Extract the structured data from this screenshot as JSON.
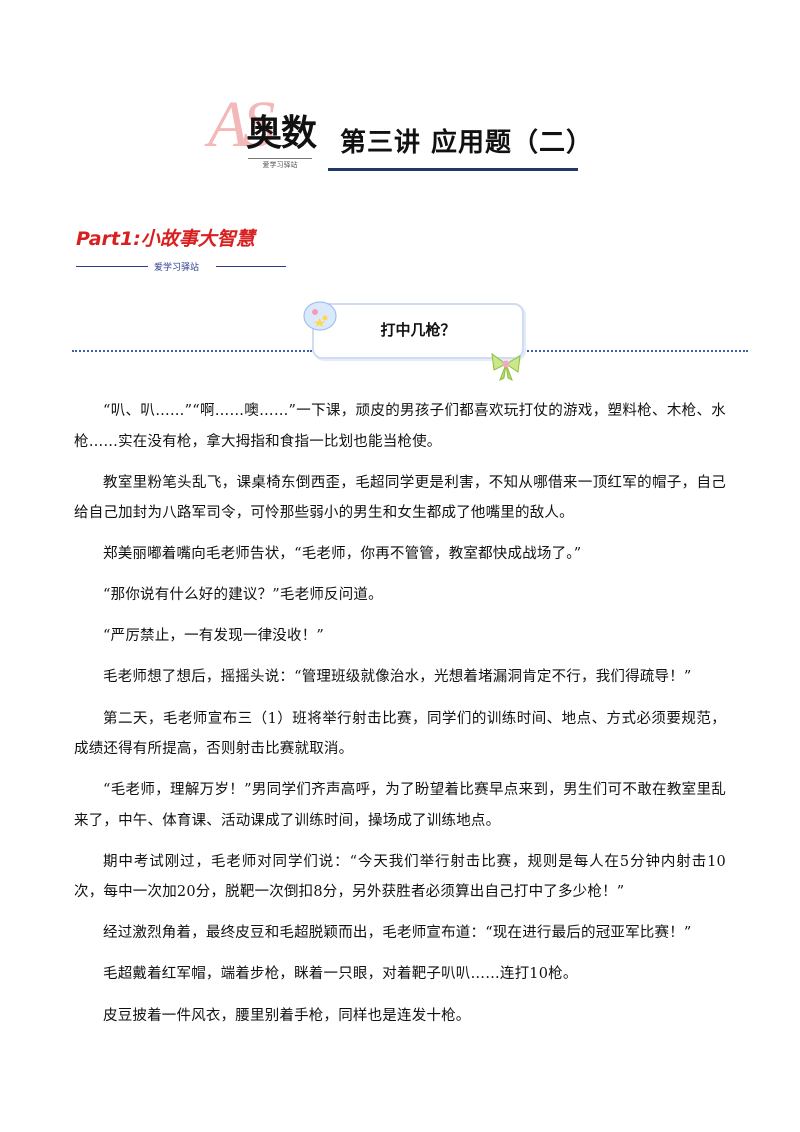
{
  "header": {
    "logo_letters": "AS",
    "logo_text": "奥数",
    "logo_subtext": "爱学习驿站",
    "lesson_title": "第三讲 应用题（二）"
  },
  "part": {
    "label": "Part1:小故事大智慧",
    "subtitle": "爱学习驿站"
  },
  "banner": {
    "title": "打中几枪？"
  },
  "story": {
    "paragraphs": [
      "“叭、叭……”“啊……噢……”一下课，顽皮的男孩子们都喜欢玩打仗的游戏，塑料枪、木枪、水枪……实在没有枪，拿大拇指和食指一比划也能当枪使。",
      "教室里粉笔头乱飞，课桌椅东倒西歪，毛超同学更是利害，不知从哪借来一顶红军的帽子，自己给自己加封为八路军司令，可怜那些弱小的男生和女生都成了他嘴里的敌人。",
      "郑美丽嘟着嘴向毛老师告状，“毛老师，你再不管管，教室都快成战场了。”",
      "“那你说有什么好的建议？”毛老师反问道。",
      "“严厉禁止，一有发现一律没收！”",
      "毛老师想了想后，摇摇头说：“管理班级就像治水，光想着堵漏洞肯定不行，我们得疏导！”",
      "第二天，毛老师宣布三（1）班将举行射击比赛，同学们的训练时间、地点、方式必须要规范，成绩还得有所提高，否则射击比赛就取消。",
      "“毛老师，理解万岁！”男同学们齐声高呼，为了盼望着比赛早点来到，男生们可不敢在教室里乱来了，中午、体育课、活动课成了训练时间，操场成了训练地点。",
      "期中考试刚过，毛老师对同学们说：“今天我们举行射击比赛，规则是每人在5分钟内射击10次，每中一次加20分，脱靶一次倒扣8分，另外获胜者必须算出自己打中了多少枪！”",
      "经过激烈角着，最终皮豆和毛超脱颖而出，毛老师宣布道：“现在进行最后的冠亚军比赛！”",
      "毛超戴着红军帽，端着步枪，眯着一只眼，对着靶子叭叭……连打10枪。",
      "皮豆披着一件风衣，腰里别着手枪，同样也是连发十枪。"
    ]
  }
}
